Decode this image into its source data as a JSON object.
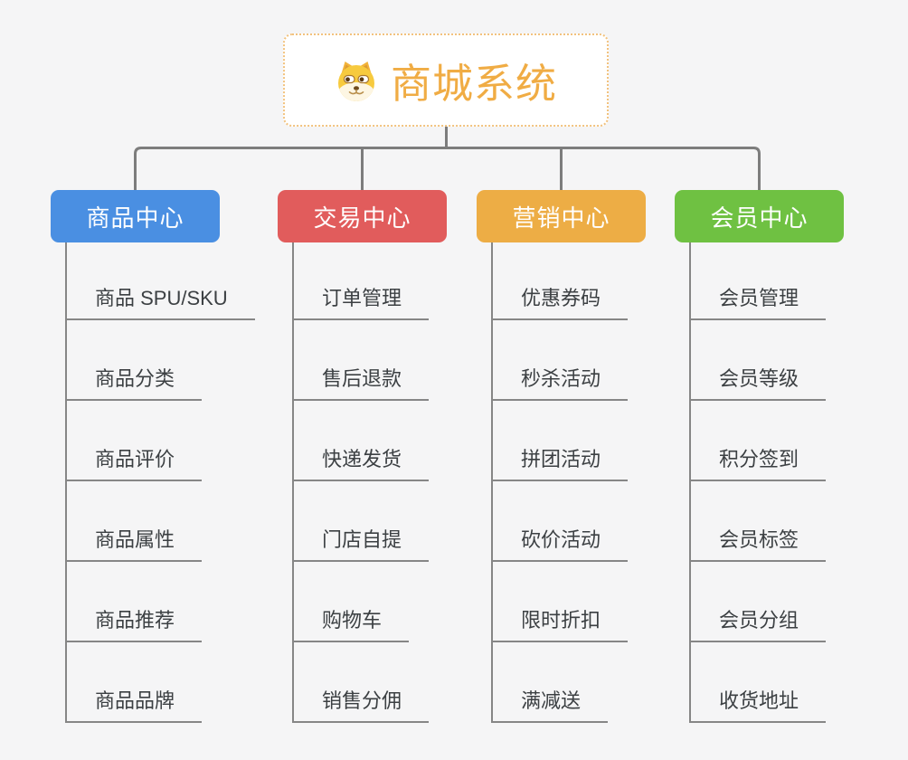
{
  "app": {
    "type": "mindmap",
    "layout": "org-chart"
  },
  "colors": {
    "background": "#f5f5f6",
    "connector": "#7d7d7d",
    "underline": "#868686",
    "leaf_text": "#3c4043",
    "root_title": "#f0ac44",
    "root_border": "#f2c27e",
    "root_background": "#ffffff"
  },
  "root": {
    "title": "商城系统",
    "icon": "shiba-dog-icon"
  },
  "branches": [
    {
      "label": "商品中心",
      "color": "#4a8fe2",
      "children": [
        "商品 SPU/SKU",
        "商品分类",
        "商品评价",
        "商品属性",
        "商品推荐",
        "商品品牌"
      ]
    },
    {
      "label": "交易中心",
      "color": "#e15c5c",
      "children": [
        "订单管理",
        "售后退款",
        "快递发货",
        "门店自提",
        "购物车",
        "销售分佣"
      ]
    },
    {
      "label": "营销中心",
      "color": "#edad45",
      "children": [
        "优惠券码",
        "秒杀活动",
        "拼团活动",
        "砍价活动",
        "限时折扣",
        "满减送"
      ]
    },
    {
      "label": "会员中心",
      "color": "#6fc142",
      "children": [
        "会员管理",
        "会员等级",
        "积分签到",
        "会员标签",
        "会员分组",
        "收货地址"
      ]
    }
  ]
}
